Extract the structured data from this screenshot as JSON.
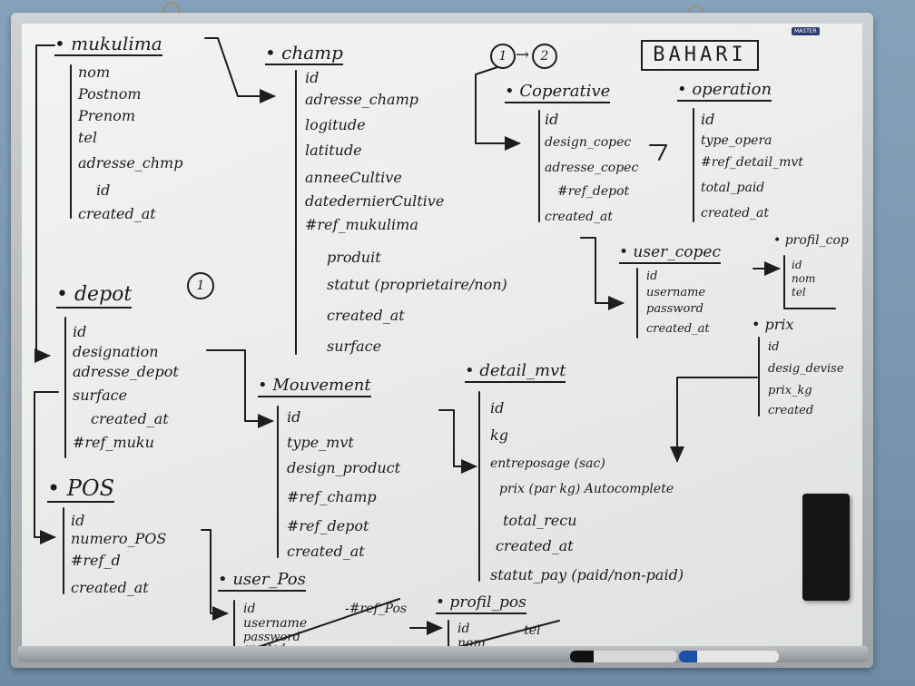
{
  "board": {
    "brand": "MASTER",
    "header_label": "BAHARI",
    "step_badges": [
      "1",
      "2"
    ],
    "step_arrow": "→"
  },
  "entities": {
    "mukulima": {
      "title": "• mukulima",
      "fields": [
        "nom",
        "Postnom",
        "Prenom",
        "tel",
        "adresse_chmp",
        "id",
        "created_at"
      ]
    },
    "champ": {
      "title": "• champ",
      "fields": [
        "id",
        "adresse_champ",
        "logitude",
        "latitude",
        "anneeCultive",
        "datedernierCultive",
        "#ref_mukulima",
        "produit",
        "statut (proprietaire/non)",
        "created_at",
        "surface"
      ]
    },
    "coperative": {
      "title": "• Coperative",
      "fields": [
        "id",
        "design_copec",
        "adresse_copec",
        "#ref_depot",
        "created_at"
      ]
    },
    "operation": {
      "title": "• operation",
      "fields": [
        "id",
        "type_opera",
        "#ref_detail_mvt",
        "total_paid",
        "created_at"
      ]
    },
    "user_copec": {
      "title": "• user_copec",
      "fields": [
        "id",
        "username",
        "password",
        "created_at"
      ]
    },
    "profil_cop": {
      "title": "• profil_cop",
      "fields": [
        "id",
        "nom",
        "tel"
      ]
    },
    "prix": {
      "title": "• prix",
      "fields": [
        "id",
        "desig_devise",
        "prix_kg",
        "created"
      ]
    },
    "depot": {
      "title": "• depot",
      "badge": "1",
      "fields": [
        "id",
        "designation",
        "adresse_depot",
        "surface",
        "created_at",
        "#ref_muku"
      ]
    },
    "mouvement": {
      "title": "• Mouvement",
      "fields": [
        "id",
        "type_mvt",
        "design_product",
        "#ref_champ",
        "#ref_depot",
        "created_at"
      ]
    },
    "detail_mvt": {
      "title": "• detail_mvt",
      "fields": [
        "id",
        "kg",
        "entreposage (sac)",
        "prix (par kg) Autocomplete",
        "total_recu",
        "created_at",
        "statut_pay (paid/non-paid)"
      ]
    },
    "pos": {
      "title": "• POS",
      "fields": [
        "id",
        "numero_POS",
        "#ref_d",
        "created_at"
      ]
    },
    "user_pos": {
      "title": "• user_Pos",
      "fields": [
        "id",
        "username",
        "password",
        "created"
      ],
      "side_note": "-#ref_Pos"
    },
    "profil_pos": {
      "title": "• profil_pos",
      "fields": [
        "id",
        "nom"
      ],
      "side_note": "- tel"
    }
  },
  "relations": [
    {
      "from": "mukulima",
      "to": "champ"
    },
    {
      "from": "mukulima",
      "to": "depot"
    },
    {
      "from": "depot",
      "to": "mouvement"
    },
    {
      "from": "depot",
      "to": "pos"
    },
    {
      "from": "mouvement",
      "to": "detail_mvt"
    },
    {
      "from": "coperative",
      "to": "user_copec"
    },
    {
      "from": "coperative",
      "to": "operation"
    },
    {
      "from": "prix",
      "to": "detail_mvt"
    },
    {
      "from": "user_copec",
      "to": "profil_cop"
    },
    {
      "from": "pos",
      "to": "user_pos"
    },
    {
      "from": "user_pos",
      "to": "profil_pos"
    }
  ],
  "colors": {
    "ink": "#1c1c1c",
    "board": "#eeefed",
    "frame": "#b7bbbe",
    "wall": "#7d99b3"
  }
}
